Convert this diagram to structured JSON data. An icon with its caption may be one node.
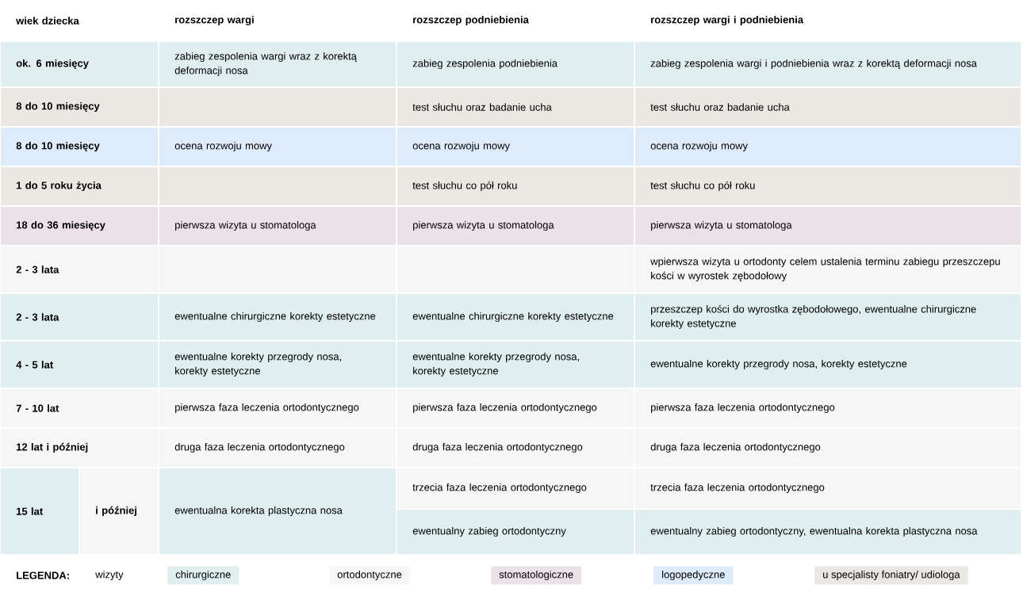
{
  "diagram": {
    "labels": [
      "wiek dziecka",
      "rozszczep wargi",
      "rozszczep podniebienia",
      "rozszczep wargi i podniebienia",
      "ok. 6 miesięcy",
      "zabieg zespolenia wargi wraz z korektą deformacji nosa",
      "zabieg zespolenia podniebienia",
      "zabieg zespolenia wargi i podniebienia wraz z korektą deformacji nosa",
      "8 do 10 miesięcy",
      "test słuchu oraz badanie ucha",
      "test słuchu oraz badanie ucha",
      "8 do 10 miesięcy",
      "ocena rozwoju mowy",
      "ocena rozwoju mowy",
      "ocena rozwoju mowy",
      "1 do 5 roku życia",
      "test słuchu co pół roku",
      "test słuchu co pół roku",
      "18 do 36 miesięcy",
      "pierwsza wizyta u stomatologa",
      "pierwsza wizyta u stomatologa",
      "pierwsza wizyta u stomatologa",
      "2 - 3 lata",
      "wpierwsza wizyta u ortodonty celem ustalenia terminu zabiegu przeszczepu kości w wyrostek zębodołowy",
      "2 - 3 lata",
      "ewentualne chirurgiczne korekty estetyczne",
      "ewentualne chirurgiczne korekty estetyczne",
      "przeszczep kości do wyrostka zębodołowego, ewentualne chirurgiczne korekty estetyczne",
      "4 - 5 lat",
      "ewentualne korekty przegrody nosa, korekty estetyczne",
      "ewentualne korekty przegrody nosa, korekty estetyczne",
      "ewentualne korekty przegrody nosa, korekty estetyczne",
      "7 - 10 lat",
      "pierwsza faza leczenia ortodontycznego",
      "pierwsza faza leczenia ortodontycznego",
      "pierwsza faza leczenia ortodontycznego",
      "12 lat i później",
      "druga faza leczenia ortodontycznego",
      "druga faza leczenia ortodontycznego",
      "druga faza leczenia ortodontycznego",
      "15 lat",
      "i później",
      "ewentualna korekta plastyczna nosa",
      "trzecia faza leczenia ortodontycznego",
      "trzecia faza leczenia ortodontycznego",
      "ewentualny zabieg ortodontyczny",
      "ewentualny zabieg ortodontyczny, ewentualna korekta plastyczna nosa",
      "LEGENDA:",
      "wizyty"
    ],
    "legend": [
      {
        "text": "chirurgiczne",
        "color": "#e0eeef"
      },
      {
        "text": "ortodontyczne",
        "color": "#f6f6f6"
      },
      {
        "text": "stomatologiczne",
        "color": "#ebe1e9"
      },
      {
        "text": "logopedyczne",
        "color": "#deebfb"
      },
      {
        "text": "u specjalisty foniatry/ udiologa",
        "color": "#ebe7e3"
      }
    ]
  }
}
